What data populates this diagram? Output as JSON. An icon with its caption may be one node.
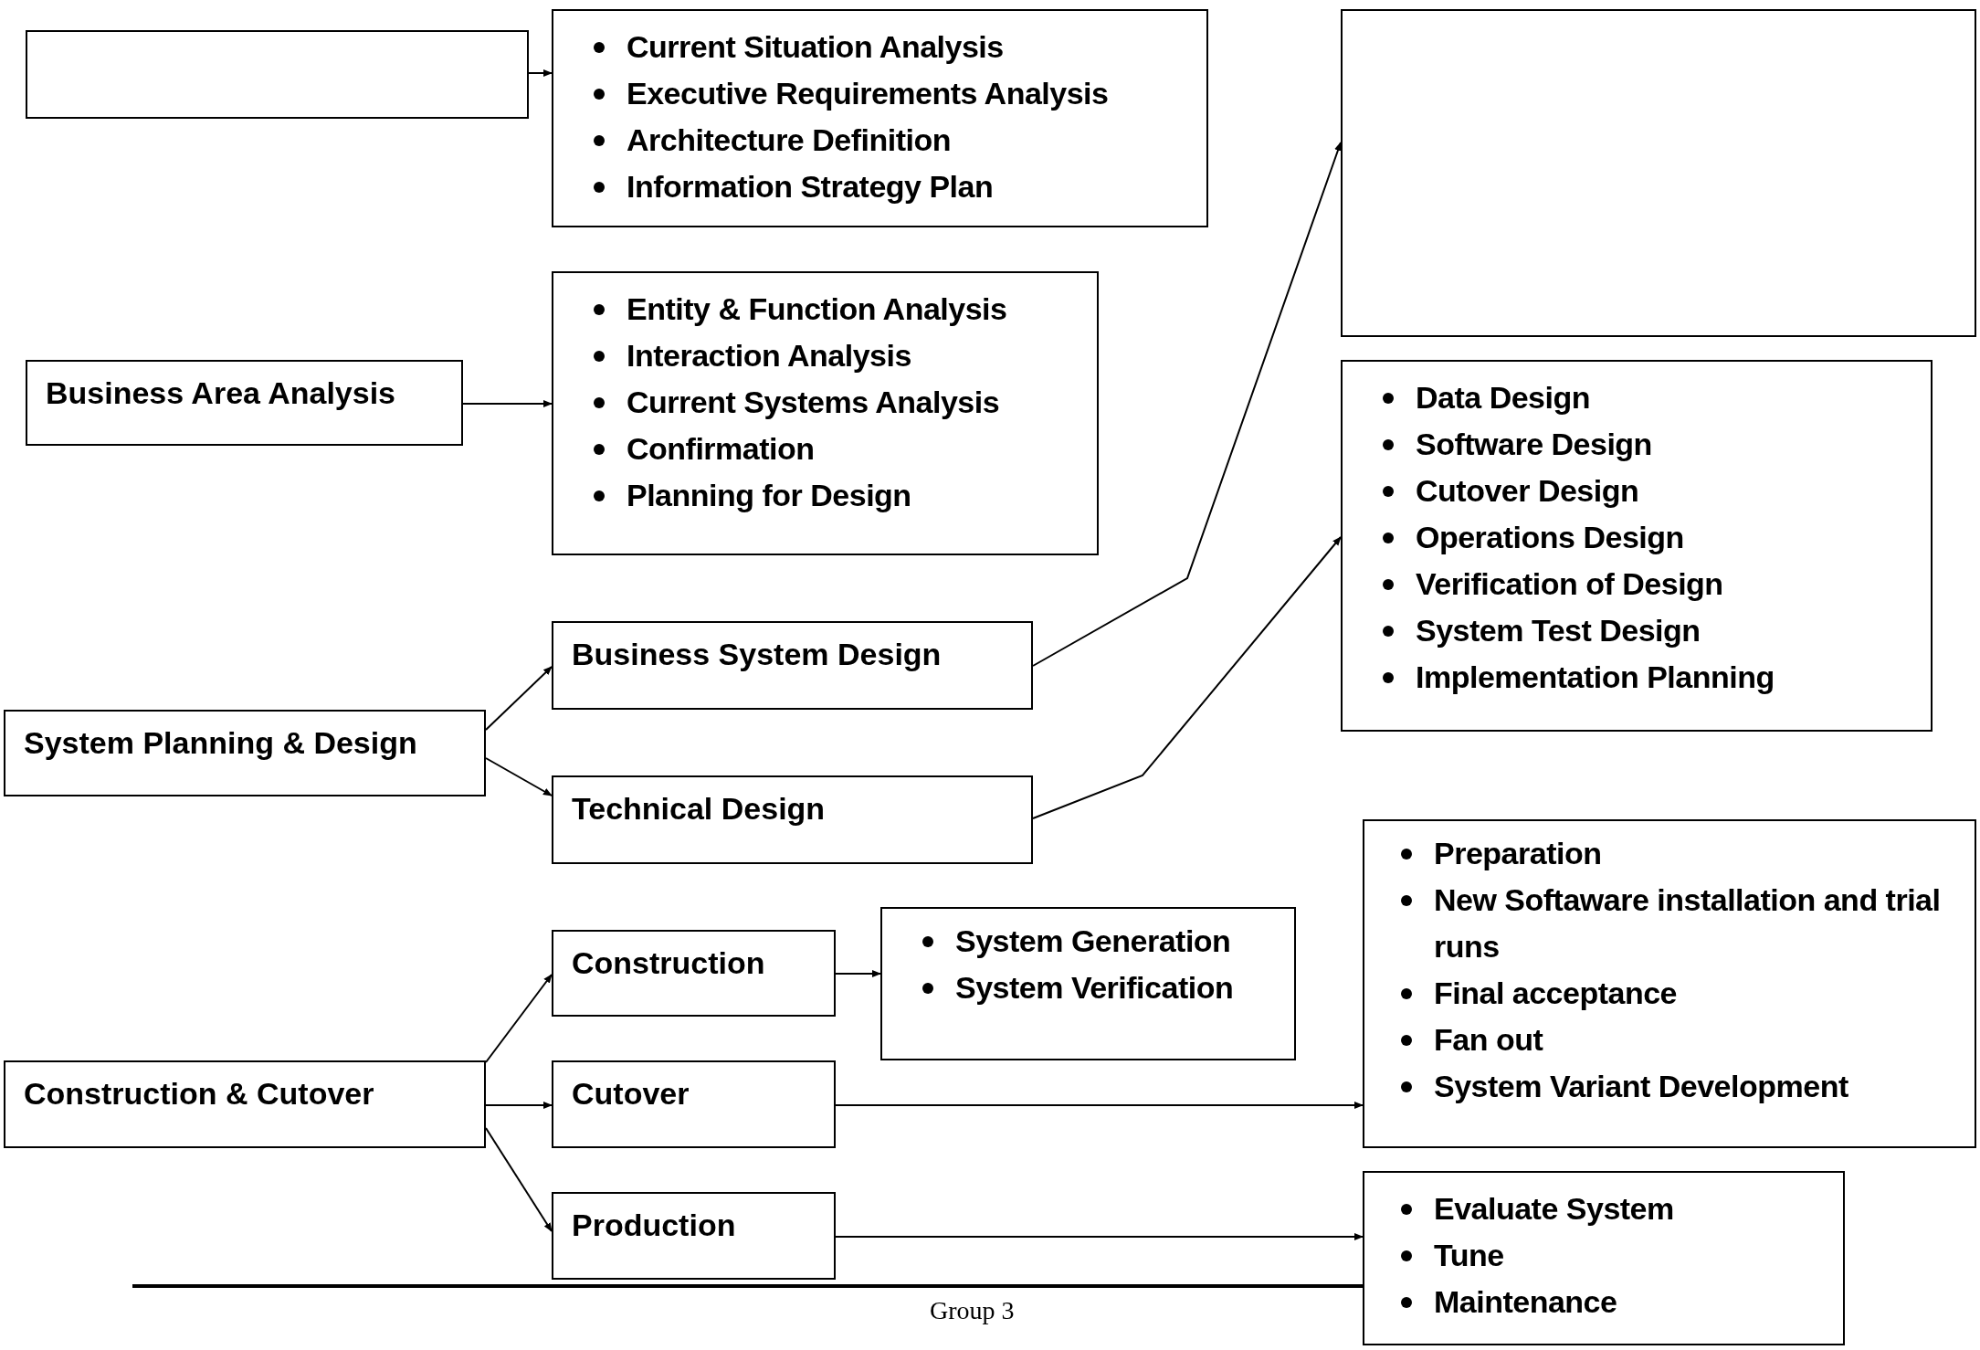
{
  "diagram": {
    "nodes": [
      {
        "text": [],
        "shape": "box"
      },
      {
        "text": [
          "Current Situation Analysis",
          "Executive Requirements Analysis",
          "Architecture Definition",
          "Information Strategy Plan"
        ]
      },
      {
        "text": [
          "Business Area Analysis"
        ]
      },
      {
        "text": [
          "Entity & Function Analysis",
          "Interaction Analysis",
          "Current Systems Analysis",
          "Confirmation",
          "Planning for Design"
        ]
      },
      {
        "text": [],
        "shape": "box"
      },
      {
        "text": [
          "Data Design",
          "Software Design",
          "Cutover Design",
          "Operations Design",
          "Verification of Design",
          "System Test Design",
          "Implementation Planning"
        ]
      },
      {
        "text": [
          "System Planning & Design"
        ]
      },
      {
        "text": [
          "Business System Design"
        ]
      },
      {
        "text": [
          "Technical Design"
        ]
      },
      {
        "text": [
          "Construction & Cutover"
        ]
      },
      {
        "text": [
          "Construction"
        ]
      },
      {
        "text": [
          "System Generation",
          "System Verification"
        ]
      },
      {
        "text": [
          "Cutover"
        ]
      },
      {
        "text": [
          "Preparation",
          "New Softaware installation and trial runs",
          "Final acceptance",
          "Fan out",
          "System Variant Development"
        ]
      },
      {
        "text": [
          "Production"
        ]
      },
      {
        "text": [
          "Evaluate System",
          "Tune",
          "Maintenance"
        ]
      }
    ],
    "edges": [
      {
        "from": 0,
        "to": 1,
        "arrow": "to"
      },
      {
        "from": 2,
        "to": 3,
        "arrow": "to"
      },
      {
        "from": 6,
        "to": 7,
        "arrow": "to"
      },
      {
        "from": 6,
        "to": 8,
        "arrow": "to"
      },
      {
        "from": 7,
        "to": 4,
        "arrow": "to"
      },
      {
        "from": 8,
        "to": 5,
        "arrow": "to"
      },
      {
        "from": 9,
        "to": 10,
        "arrow": "to"
      },
      {
        "from": 9,
        "to": 12,
        "arrow": "to"
      },
      {
        "from": 9,
        "to": 14,
        "arrow": "to"
      },
      {
        "from": 10,
        "to": 11,
        "arrow": "to"
      },
      {
        "from": 12,
        "to": 13,
        "arrow": "to"
      },
      {
        "from": 14,
        "to": 15,
        "arrow": "to"
      }
    ],
    "labels": [
      "Group 3"
    ]
  }
}
